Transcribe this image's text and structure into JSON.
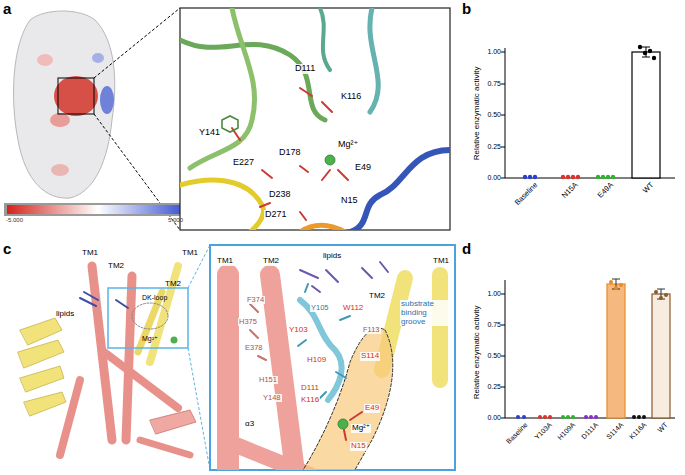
{
  "diagram": {
    "labels": [
      "a",
      "-5.000",
      "5.000",
      "Y141",
      "D111",
      "K116",
      "E227",
      "D178",
      "Mg²⁺",
      "E49",
      "N15",
      "D238",
      "D271",
      "b",
      "Relative enzymatic activity",
      "0.00",
      "0.25",
      "0.50",
      "0.75",
      "1.00",
      "Baseline",
      "N15A",
      "E49A",
      "WT",
      "c",
      "TM1",
      "TM2",
      "TM2",
      "TM1",
      "lipids",
      "DK-loop",
      "Mg²⁺",
      "TM1",
      "TM2",
      "lipids",
      "TM2",
      "TM1",
      "F374",
      "H375",
      "E378",
      "Y105",
      "W112",
      "F113",
      "Y103",
      "S114",
      "H109",
      "D111",
      "K116",
      "H151",
      "Y148",
      "α3",
      "substrate binding groove",
      "E49",
      "Mg²⁺",
      "N15",
      "d",
      "Relative enzymatic activity",
      "0.00",
      "0.25",
      "0.50",
      "0.75",
      "1.00",
      "Baseline",
      "Y103A",
      "H109A",
      "D111A",
      "S114A",
      "K116A",
      "WT"
    ]
  }
}
